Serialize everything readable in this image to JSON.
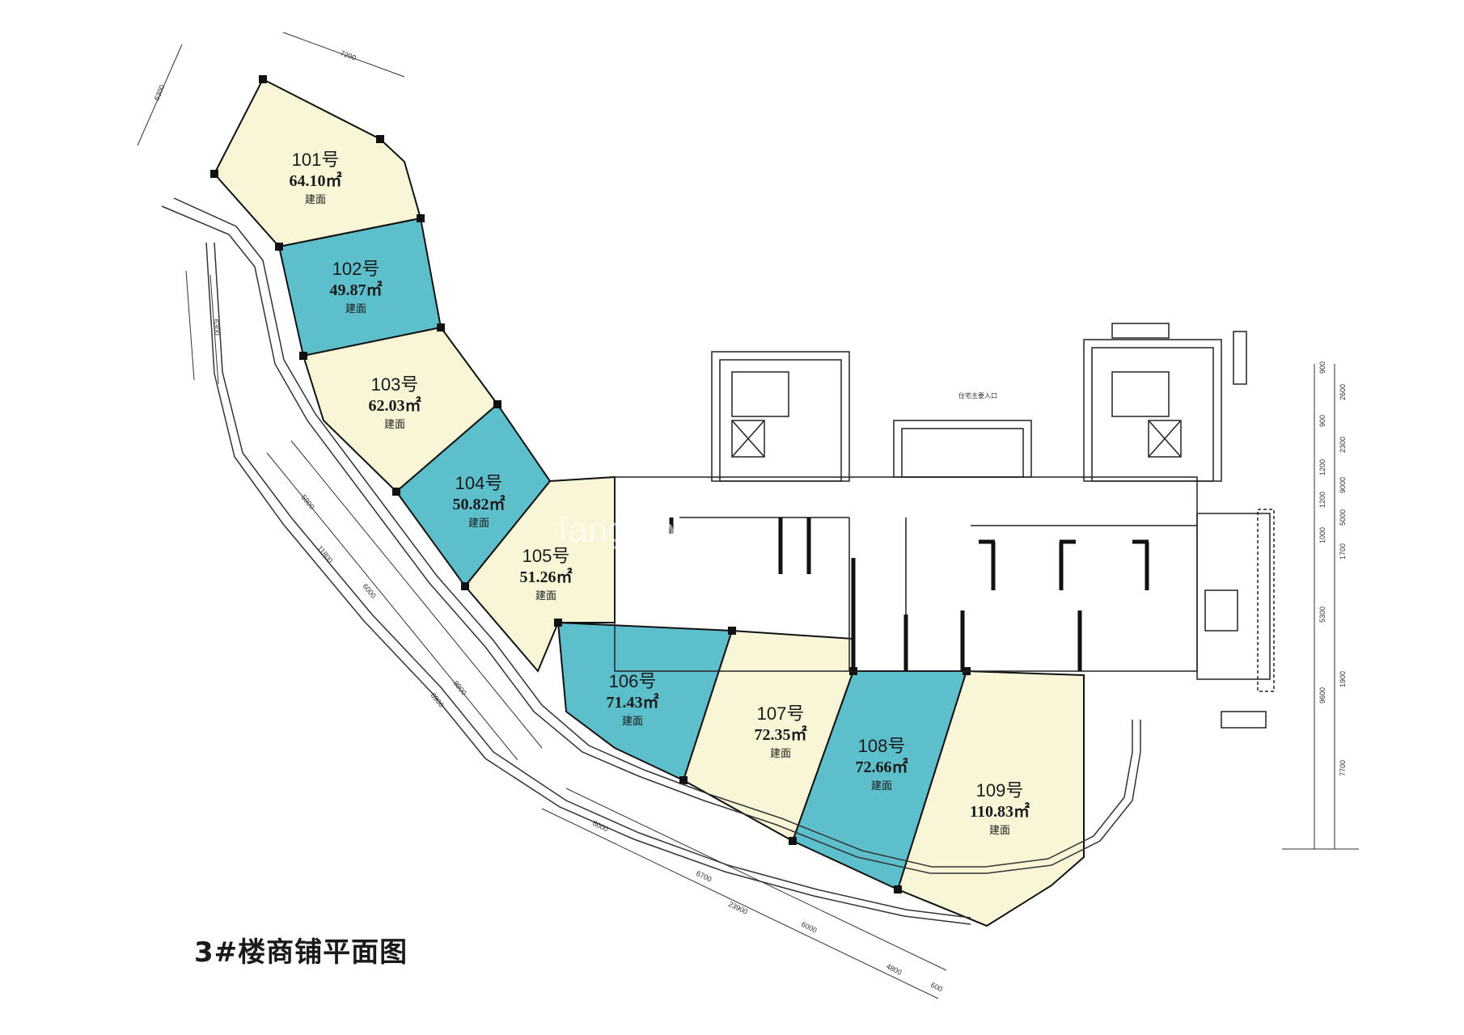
{
  "title": "3#楼商铺平面图",
  "watermark": "fang.com",
  "entrance_note": "住宅主要入口",
  "colors": {
    "cream": "#f9f6d8",
    "teal": "#5dbfcb",
    "wall": "#111111",
    "line": "#333333"
  },
  "units": [
    {
      "no": "101号",
      "area": "64.10㎡",
      "label": "建面",
      "color": "cream"
    },
    {
      "no": "102号",
      "area": "49.87㎡",
      "label": "建面",
      "color": "teal"
    },
    {
      "no": "103号",
      "area": "62.03㎡",
      "label": "建面",
      "color": "cream"
    },
    {
      "no": "104号",
      "area": "50.82㎡",
      "label": "建面",
      "color": "teal"
    },
    {
      "no": "105号",
      "area": "51.26㎡",
      "label": "建面",
      "color": "cream"
    },
    {
      "no": "106号",
      "area": "71.43㎡",
      "label": "建面",
      "color": "teal"
    },
    {
      "no": "107号",
      "area": "72.35㎡",
      "label": "建面",
      "color": "cream"
    },
    {
      "no": "108号",
      "area": "72.66㎡",
      "label": "建面",
      "color": "teal"
    },
    {
      "no": "109号",
      "area": "110.83㎡",
      "label": "建面",
      "color": "cream"
    }
  ],
  "dimensions": {
    "top": [
      "7200",
      "6300"
    ],
    "left": [
      "6300"
    ],
    "diagonal": [
      "5900",
      "11800",
      "6000",
      "8900",
      "8900"
    ],
    "bottom": [
      "6000",
      "6700",
      "23900",
      "6000",
      "4800",
      "600"
    ],
    "right": [
      "900",
      "2600",
      "900",
      "2300",
      "1200",
      "9000",
      "1200",
      "5000",
      "1000",
      "1700",
      "5300",
      "1900",
      "9600",
      "7700"
    ]
  }
}
